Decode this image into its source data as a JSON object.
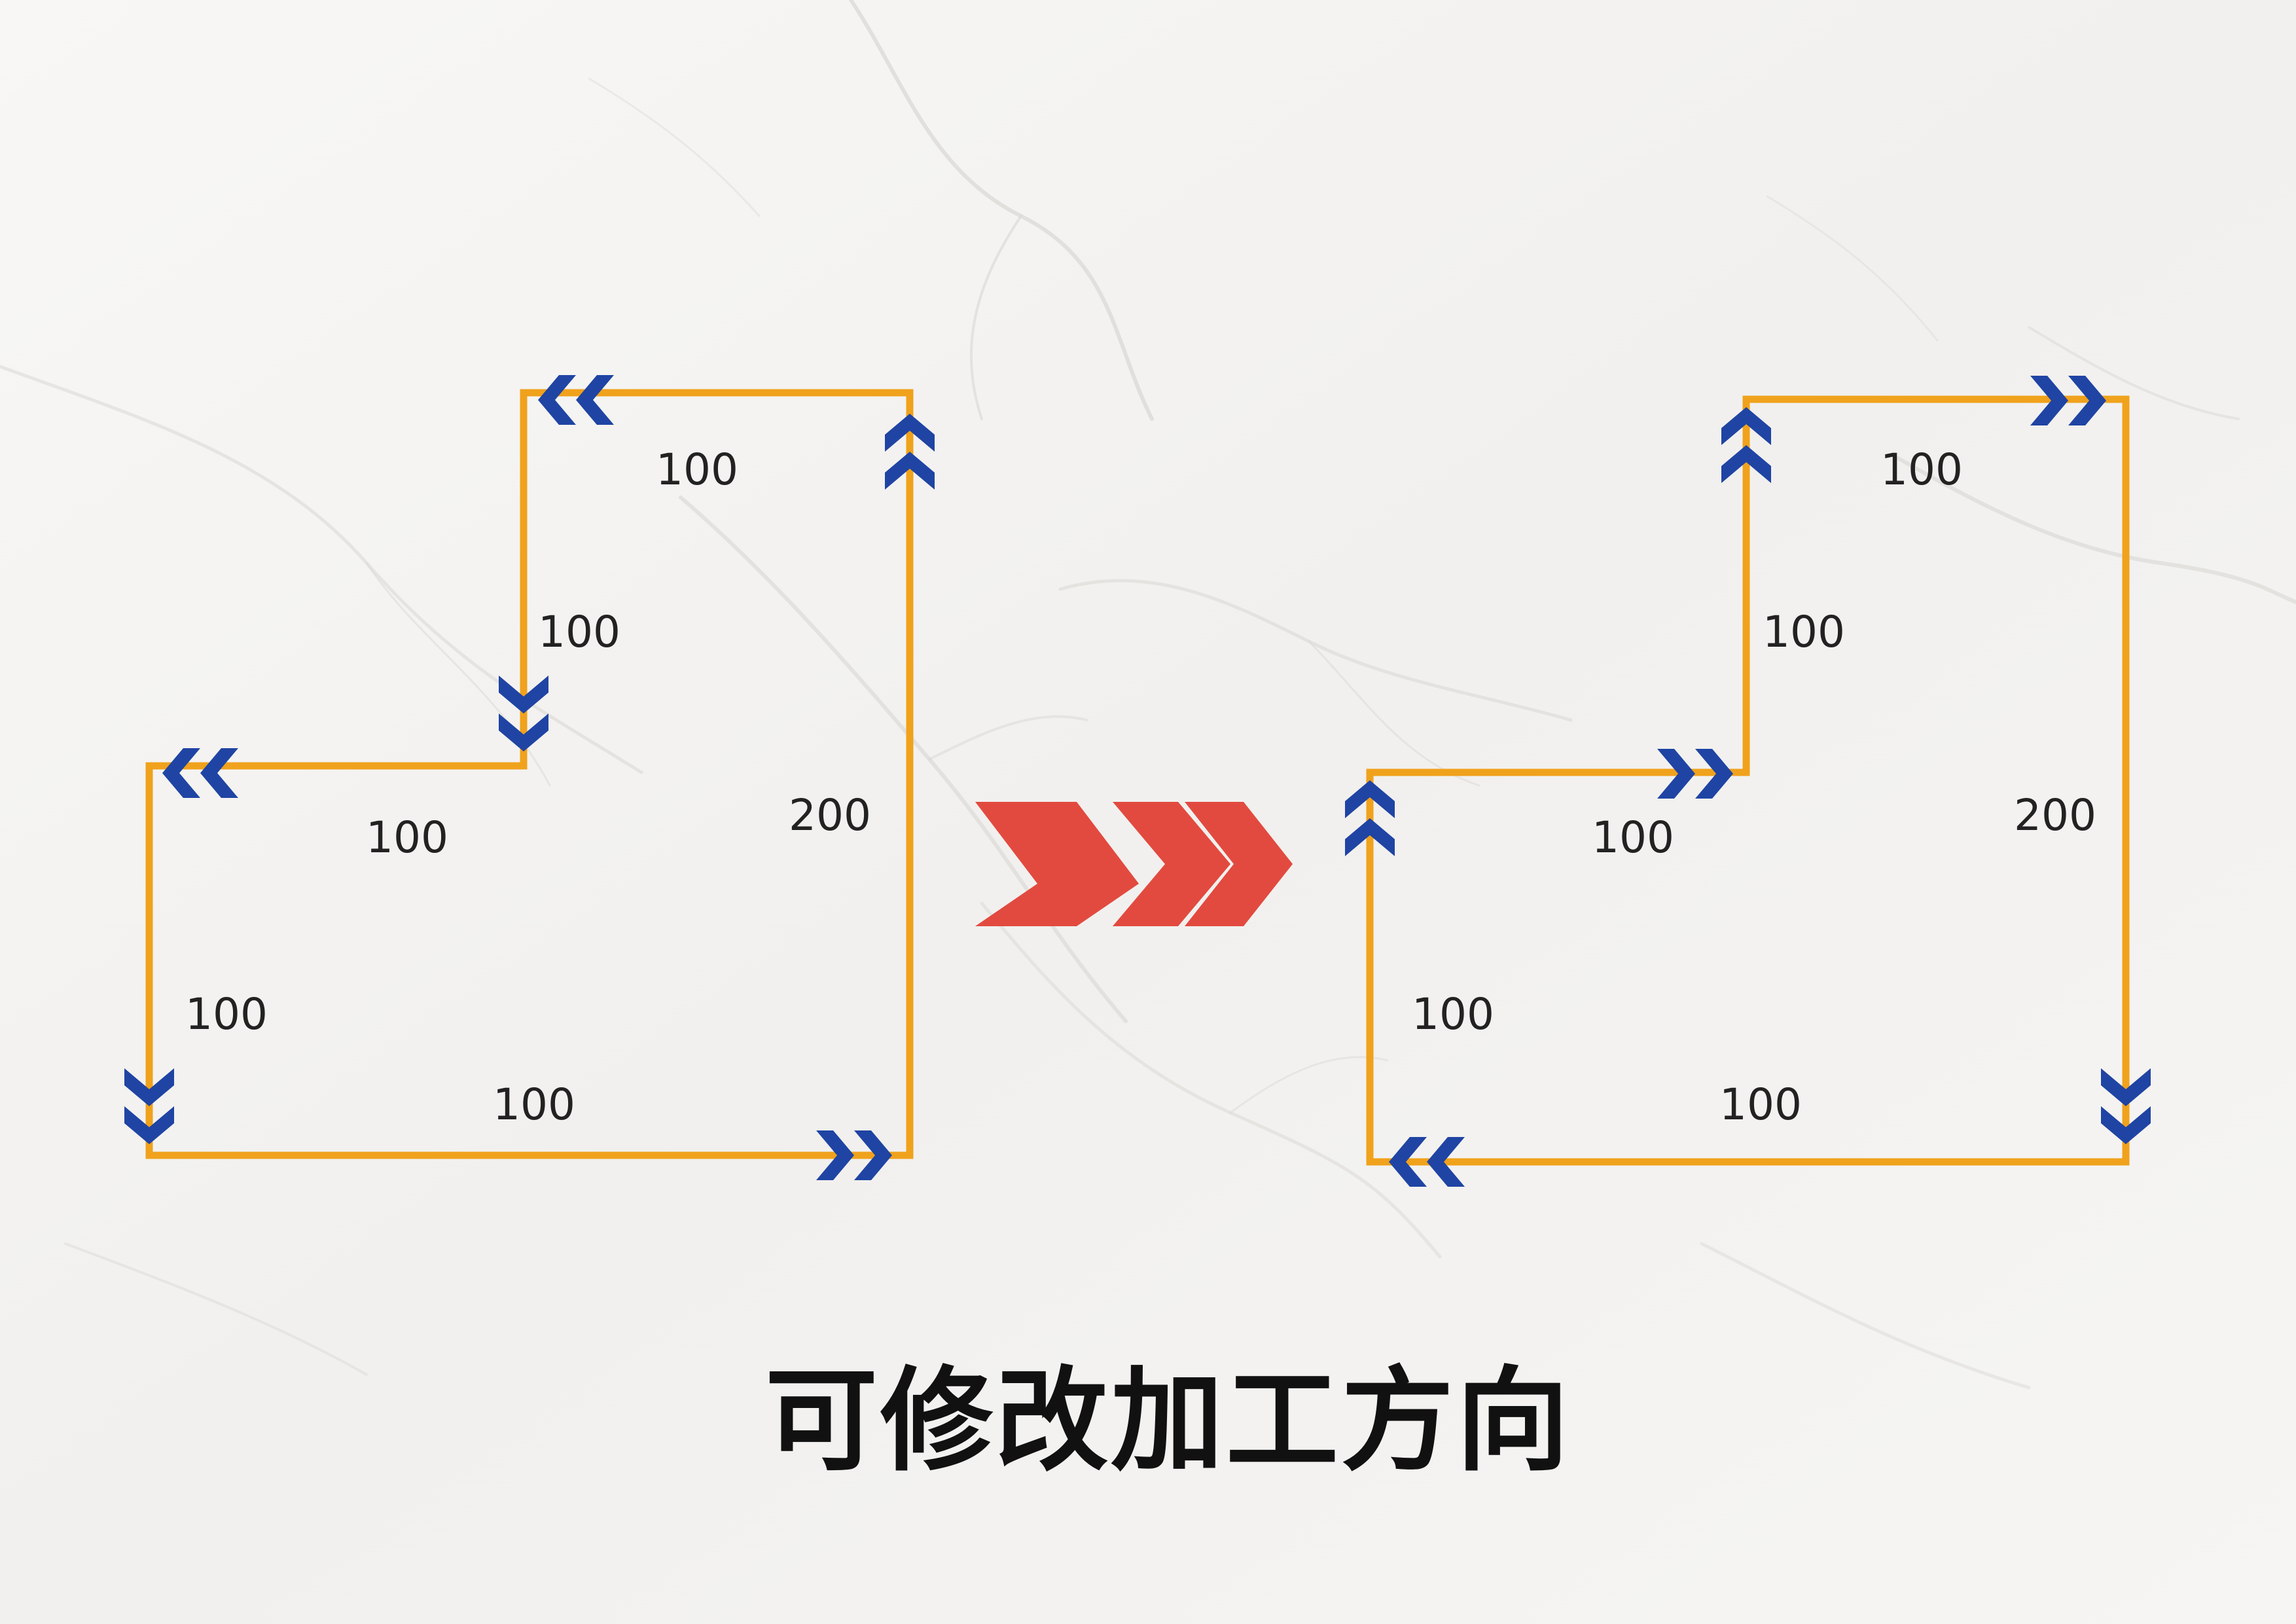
{
  "caption": "可修改加工方向",
  "colors": {
    "path_stroke": "#f0a21c",
    "direction_arrows": "#1f44a3",
    "transition_arrow": "#e24a3f",
    "label_text": "#222222",
    "caption_text": "#111111",
    "background": "#f5f4f2"
  },
  "icons": {
    "direction": "double-chevron-icon",
    "transition": "triple-chevron-right-icon"
  },
  "before": {
    "labels": {
      "top": "100",
      "inner_vertical": "100",
      "inner_horizontal": "100",
      "right": "200",
      "left": "100",
      "bottom": "100"
    },
    "arrows": {
      "top_left": "left",
      "top_right": "up",
      "inner_vertical": "down",
      "inner_left": "left",
      "left_bottom": "down",
      "bottom_right": "right"
    }
  },
  "after": {
    "labels": {
      "top": "100",
      "inner_vertical": "100",
      "inner_horizontal": "100",
      "right": "200",
      "left": "100",
      "bottom": "100"
    },
    "arrows": {
      "top_left": "up",
      "top_right": "right",
      "inner_horizontal": "right",
      "left_top": "up",
      "right_bottom": "down",
      "bottom_left": "left"
    }
  }
}
